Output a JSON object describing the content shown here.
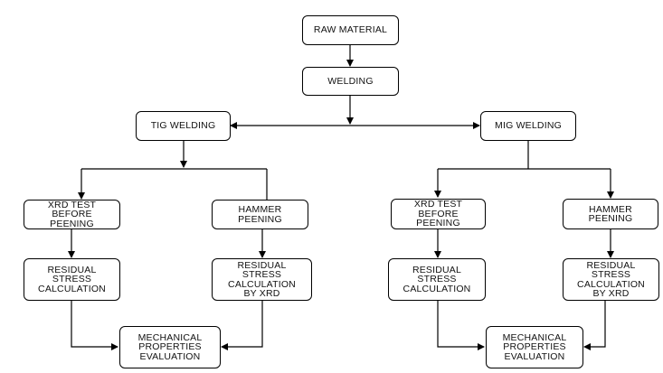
{
  "nodes": {
    "raw_material": "RAW MATERIAL",
    "welding": "WELDING",
    "tig_welding": "TIG WELDING",
    "mig_welding": "MIG WELDING",
    "tig_xrd_test": "XRD TEST\nBEFORE\nPEENING",
    "tig_hammer_peening": "HAMMER\nPEENING",
    "tig_residual_stress": "RESIDUAL\nSTRESS\nCALCULATION",
    "tig_residual_stress_xrd": "RESIDUAL\nSTRESS\nCALCULATION\nBY XRD",
    "tig_mechanical": "MECHANICAL\nPROPERTIES\nEVALUATION",
    "mig_xrd_test": "XRD TEST\nBEFORE\nPEENING",
    "mig_hammer_peening": "HAMMER\nPEENING",
    "mig_residual_stress": "RESIDUAL\nSTRESS\nCALCULATION",
    "mig_residual_stress_xrd": "RESIDUAL\nSTRESS\nCALCULATION\nBY XRD",
    "mig_mechanical": "MECHANICAL\nPROPERTIES\nEVALUATION"
  }
}
